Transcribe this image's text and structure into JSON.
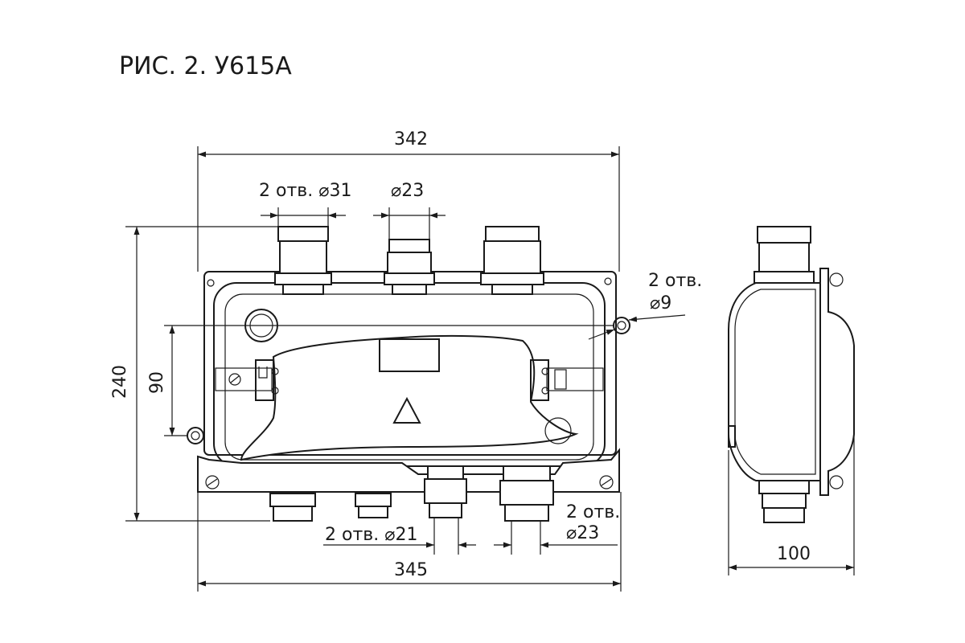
{
  "title": "РИС. 2. У615А",
  "dimensions": {
    "top_width": "342",
    "bottom_width": "345",
    "height": "240",
    "hole_spacing": "90",
    "side_depth": "100"
  },
  "callouts": {
    "top_left_gland": "2 отв. ⌀31",
    "top_center_gland": "⌀23",
    "mount_holes_line1": "2 отв.",
    "mount_holes_line2": "⌀9",
    "bottom_small_glands": "2 отв. ⌀21",
    "bottom_large_glands_line1": "2 отв.",
    "bottom_large_glands_line2": "⌀23"
  },
  "icons": {
    "warning": "triangle-warning-icon"
  }
}
